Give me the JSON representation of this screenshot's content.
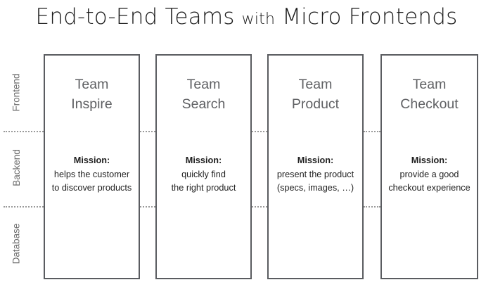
{
  "title": {
    "full": "End-to-End Teams with Micro Frontends",
    "part_main_1": "End-to-End Teams",
    "part_small": "with",
    "part_main_2": "Micro Frontends"
  },
  "layers": [
    {
      "label": "Frontend",
      "name": "frontend"
    },
    {
      "label": "Backend",
      "name": "backend"
    },
    {
      "label": "Database",
      "name": "database"
    }
  ],
  "teams": [
    {
      "name_line_1": "Team",
      "name_line_2": "Inspire",
      "mission_heading": "Mission:",
      "mission_line_1": "helps the customer",
      "mission_line_2": "to discover products"
    },
    {
      "name_line_1": "Team",
      "name_line_2": "Search",
      "mission_heading": "Mission:",
      "mission_line_1": "quickly find",
      "mission_line_2": "the right product"
    },
    {
      "name_line_1": "Team",
      "name_line_2": "Product",
      "mission_heading": "Mission:",
      "mission_line_1": "present the product",
      "mission_line_2": "(specs, images, …)"
    },
    {
      "name_line_1": "Team",
      "name_line_2": "Checkout",
      "mission_heading": "Mission:",
      "mission_line_1": "provide a good",
      "mission_line_2": "checkout experience"
    }
  ],
  "colors": {
    "title": "#1b1b1b",
    "box_border": "#5a5c60",
    "team_name": "#5f6063",
    "mission_text": "#1f1f1f",
    "layer_label": "#6d6d6d",
    "divider": "#9a9a9a",
    "background": "#ffffff"
  }
}
